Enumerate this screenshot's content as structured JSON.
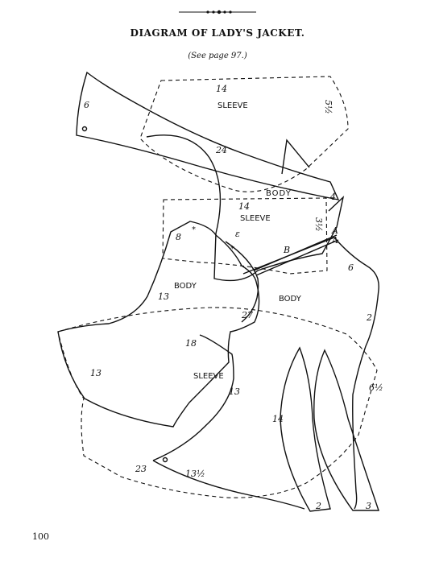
{
  "header": {
    "title": "DIAGRAM OF LADY'S JACKET.",
    "subtitle": "(See page 97.)"
  },
  "footer": {
    "page_number": "100"
  },
  "pieces": {
    "sleeve_top": {
      "label": "SLEEVE",
      "num_top": "14",
      "num_right": "5½"
    },
    "sleeve_mid": {
      "label": "SLEEVE",
      "num_top": "14",
      "num_right": "3½"
    },
    "sleeve_bottom": {
      "label": "SLEEVE"
    },
    "back_top": {
      "num_corner": "6",
      "num_curve": "24"
    },
    "body_top": {
      "label": "BODY",
      "num": "4"
    },
    "body_left": {
      "label": "BODY",
      "num_top": "8",
      "num_side": "13",
      "num_curve": "18"
    },
    "body_right": {
      "label": "BODY",
      "num_6": "6",
      "num_2": "2",
      "num_61": "6½",
      "num_27": "27"
    },
    "lower": {
      "num_13_left": "13",
      "num_13_right": "13",
      "num_23": "23",
      "num_13half": "13½",
      "num_14": "14"
    },
    "strips": {
      "num_2": "2",
      "num_3": "3"
    },
    "markers": {
      "b": "B",
      "a": "A",
      "e": "ε"
    }
  }
}
